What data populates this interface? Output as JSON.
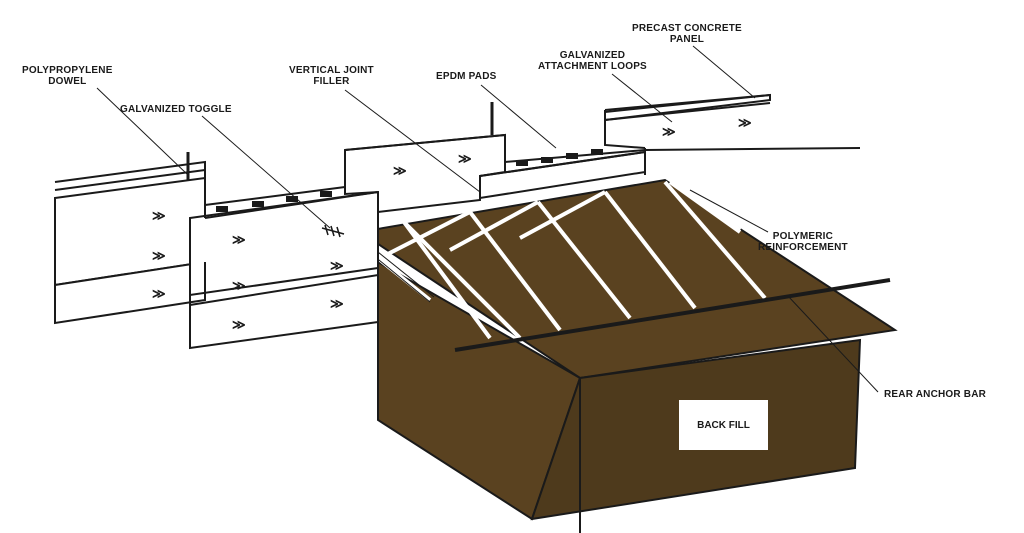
{
  "labels": {
    "polypropylene_dowel": "POLYPROPYLENE\nDOWEL",
    "galvanized_toggle": "GALVANIZED TOGGLE",
    "vertical_joint_filler": "VERTICAL JOINT\nFILLER",
    "epdm_pads": "EPDM PADS",
    "galvanized_attachment_loops": "GALVANIZED\nATTACHMENT LOOPS",
    "precast_concrete_panel": "PRECAST CONCRETE\nPANEL",
    "polymeric_reinforcement": "POLYMERIC\nREINFORCEMENT",
    "rear_anchor_bar": "REAR ANCHOR BAR",
    "back_fill": "BACK FILL"
  },
  "colors": {
    "soil": "#5a4220",
    "soil_dark": "#3f2e15",
    "line": "#1a1a1a",
    "panel": "#ffffff"
  },
  "panel_mark": "≫",
  "icons": [
    "dowel-icon",
    "epdm-pad-icon",
    "toggle-icon",
    "attachment-loop-icon"
  ]
}
